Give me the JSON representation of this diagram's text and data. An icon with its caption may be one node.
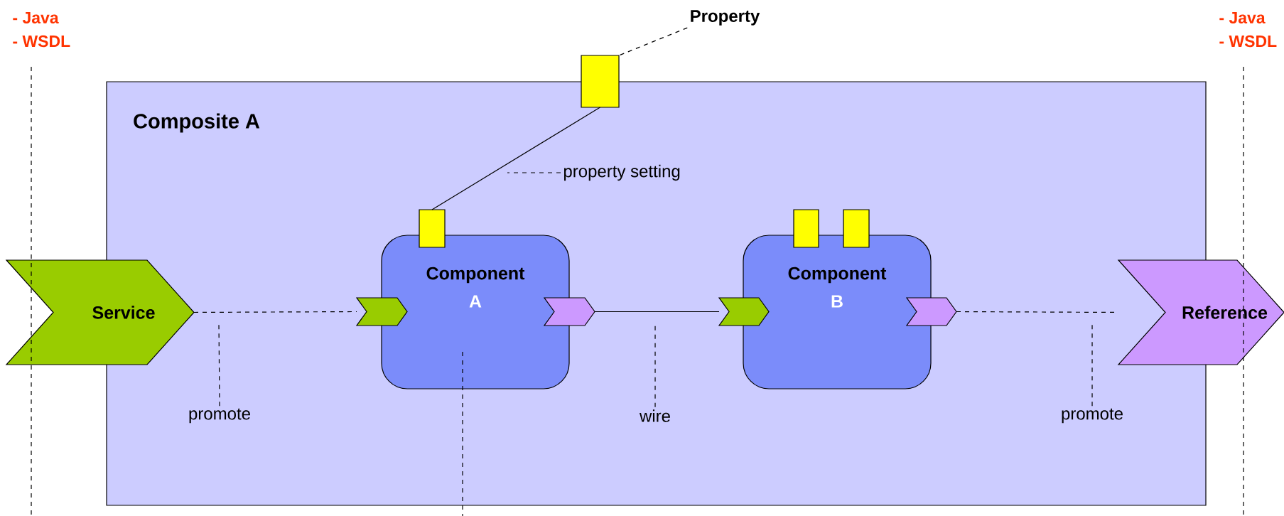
{
  "diagram": {
    "nodes": [
      {
        "text": [
          "Composite A"
        ]
      },
      {
        "text": [
          "Service"
        ]
      },
      {
        "text": [
          "Component",
          "A"
        ],
        "in": 0
      },
      {
        "text": [
          "Component",
          "B"
        ],
        "in": 0
      },
      {
        "text": [
          "Reference"
        ]
      },
      {
        "text": [],
        "shape": "box"
      },
      {
        "text": [],
        "shape": "box",
        "in": 0
      },
      {
        "text": [],
        "shape": "box",
        "in": 0
      },
      {
        "text": [],
        "shape": "box",
        "in": 0
      },
      {
        "text": [],
        "shape": "chevron",
        "in": 0
      },
      {
        "text": [],
        "shape": "chevron",
        "in": 0
      },
      {
        "text": [],
        "shape": "chevron",
        "in": 0
      },
      {
        "text": [],
        "shape": "chevron",
        "in": 0
      },
      {
        "text": [
          "Property"
        ]
      },
      {
        "text": [
          "property setting"
        ],
        "in": 0
      },
      {
        "text": [
          "promote"
        ],
        "in": 0
      },
      {
        "text": [
          "wire"
        ],
        "in": 0
      },
      {
        "text": [
          "promote"
        ],
        "in": 0
      }
    ],
    "edges": [
      {
        "from": 1,
        "to": 9,
        "arrow": "none",
        "style": "dashed"
      },
      {
        "from": 10,
        "to": 11,
        "arrow": "none"
      },
      {
        "from": 12,
        "to": 4,
        "arrow": "none",
        "style": "dashed"
      },
      {
        "from": 5,
        "to": 6,
        "arrow": "none"
      },
      {
        "from": 13,
        "to": 5,
        "arrow": "none",
        "style": "dashed"
      },
      {
        "from": 14,
        "to": null,
        "arrow": "none",
        "style": "dashed"
      },
      {
        "from": 15,
        "to": null,
        "arrow": "none",
        "style": "dashed"
      },
      {
        "from": 16,
        "to": null,
        "arrow": "none",
        "style": "dashed"
      },
      {
        "from": 17,
        "to": null,
        "arrow": "none",
        "style": "dashed"
      }
    ],
    "labels": [
      "- Java",
      "- WSDL",
      "- Java",
      "- WSDL"
    ]
  }
}
